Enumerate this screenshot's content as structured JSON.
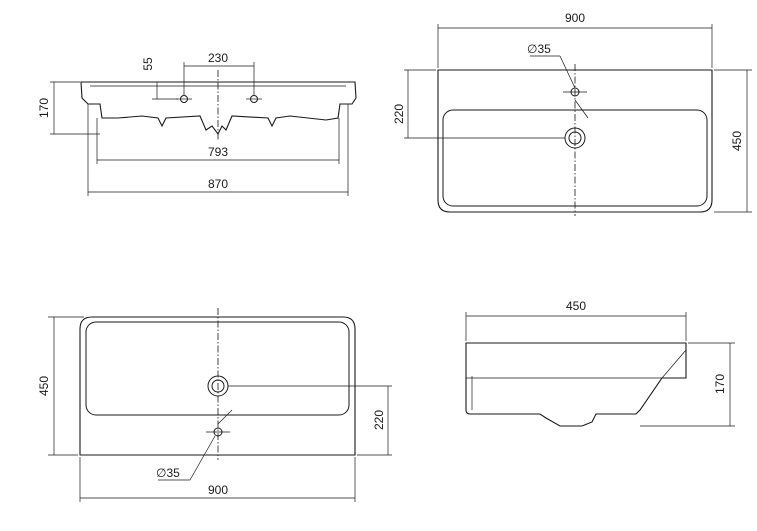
{
  "front_view": {
    "dim_depth": "170",
    "dim_tap_offset": "55",
    "dim_tap_spacing": "230",
    "dim_inner_width": "793",
    "dim_overall_width": "870"
  },
  "top_view": {
    "dim_width": "900",
    "dim_hole": "∅35",
    "dim_drain_offset": "220",
    "dim_depth": "450"
  },
  "bottom_view": {
    "dim_depth": "450",
    "dim_drain_offset": "220",
    "dim_hole": "∅35",
    "dim_width": "900"
  },
  "side_view": {
    "dim_width": "450",
    "dim_height": "170"
  }
}
